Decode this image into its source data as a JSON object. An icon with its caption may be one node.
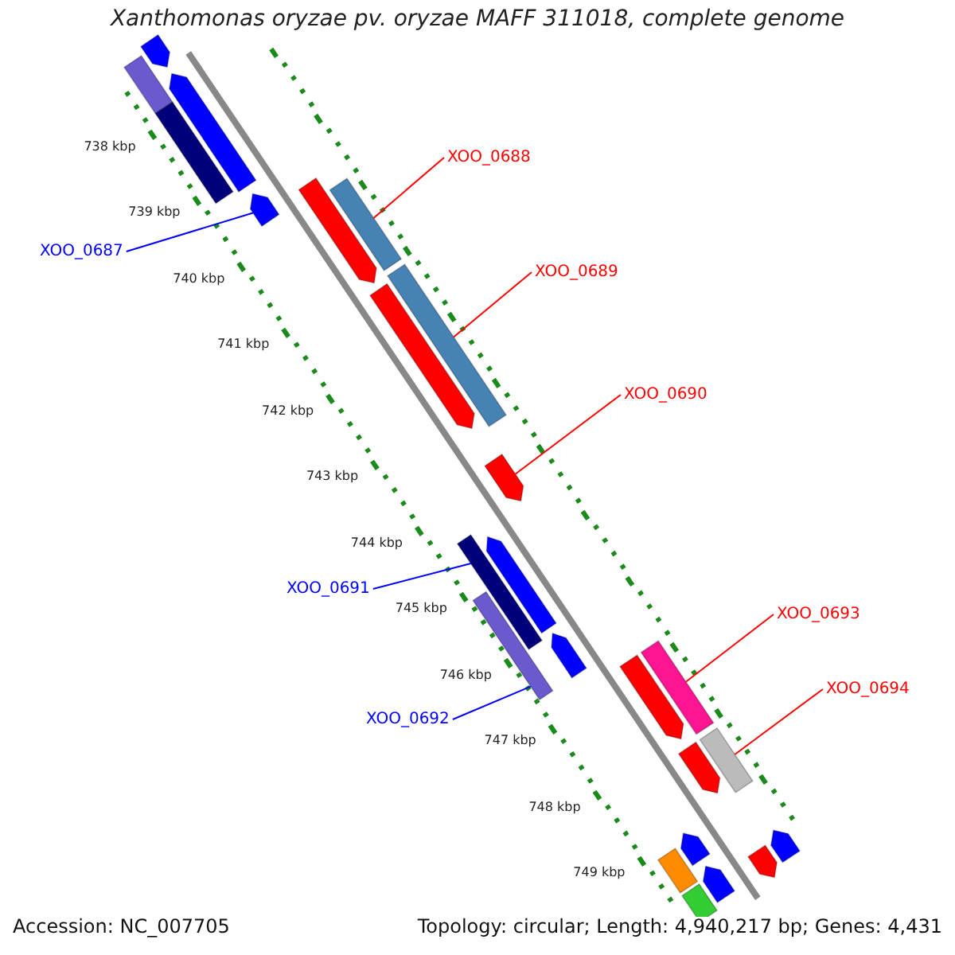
{
  "diagram": {
    "title": "Xanthomonas oryzae pv. oryzae MAFF 311018, complete genome",
    "nodes": [
      {
        "text": [
          "XOO_0688"
        ]
      },
      {
        "text": [
          "XOO_0689"
        ]
      },
      {
        "text": [
          "XOO_0687"
        ]
      },
      {
        "text": [
          "XOO_0690"
        ]
      },
      {
        "text": [
          "XOO_0691"
        ]
      },
      {
        "text": [
          "XOO_0693"
        ]
      },
      {
        "text": [
          "XOO_0692"
        ]
      },
      {
        "text": [
          "XOO_0694"
        ]
      },
      {
        "text": [],
        "shape": "pentagon"
      },
      {
        "text": [],
        "shape": "bar"
      },
      {
        "text": [],
        "shape": "pentagon"
      },
      {
        "text": [],
        "shape": "bar"
      },
      {
        "text": [],
        "shape": "pentagon"
      },
      {
        "text": [],
        "shape": "pentagon"
      },
      {
        "text": [],
        "shape": "bar"
      },
      {
        "text": [],
        "shape": "bar"
      },
      {
        "text": [],
        "shape": "pentagon"
      },
      {
        "text": [],
        "shape": "pentagon"
      },
      {
        "text": [],
        "shape": "bar"
      },
      {
        "text": [],
        "shape": "pentagon"
      },
      {
        "text": [],
        "shape": "bar"
      },
      {
        "text": [],
        "shape": "pentagon"
      },
      {
        "text": [],
        "shape": "pentagon"
      },
      {
        "text": [],
        "shape": "bar"
      },
      {
        "text": [],
        "shape": "pentagon"
      },
      {
        "text": [],
        "shape": "bar"
      },
      {
        "text": [],
        "shape": "pentagon"
      },
      {
        "text": [],
        "shape": "bar"
      },
      {
        "text": [],
        "shape": "pentagon"
      },
      {
        "text": [],
        "shape": "pentagon"
      },
      {
        "text": [],
        "shape": "bar"
      },
      {
        "text": [],
        "shape": "pentagon"
      }
    ],
    "edges": [
      {
        "from": 0,
        "to": 14,
        "arrow": "none"
      },
      {
        "from": 1,
        "to": 15,
        "arrow": "none"
      },
      {
        "from": 2,
        "to": 12,
        "arrow": "none",
        "color": "#0000ff"
      },
      {
        "from": 3,
        "to": 17,
        "arrow": "none"
      },
      {
        "from": 4,
        "to": 18,
        "arrow": "none",
        "color": "#0000ff"
      },
      {
        "from": 5,
        "to": 23,
        "arrow": "none"
      },
      {
        "from": 6,
        "to": 20,
        "arrow": "none",
        "color": "#0000ff"
      },
      {
        "from": 7,
        "to": 25,
        "arrow": "none"
      }
    ],
    "labels": [
      "738 kbp",
      "739 kbp",
      "740 kbp",
      "741 kbp",
      "742 kbp",
      "743 kbp",
      "744 kbp",
      "745 kbp",
      "746 kbp",
      "747 kbp",
      "748 kbp",
      "749 kbp",
      "Accession: NC_007705",
      "Topology: circular; Length: 4,940,217 bp; Genes: 4,431"
    ]
  }
}
